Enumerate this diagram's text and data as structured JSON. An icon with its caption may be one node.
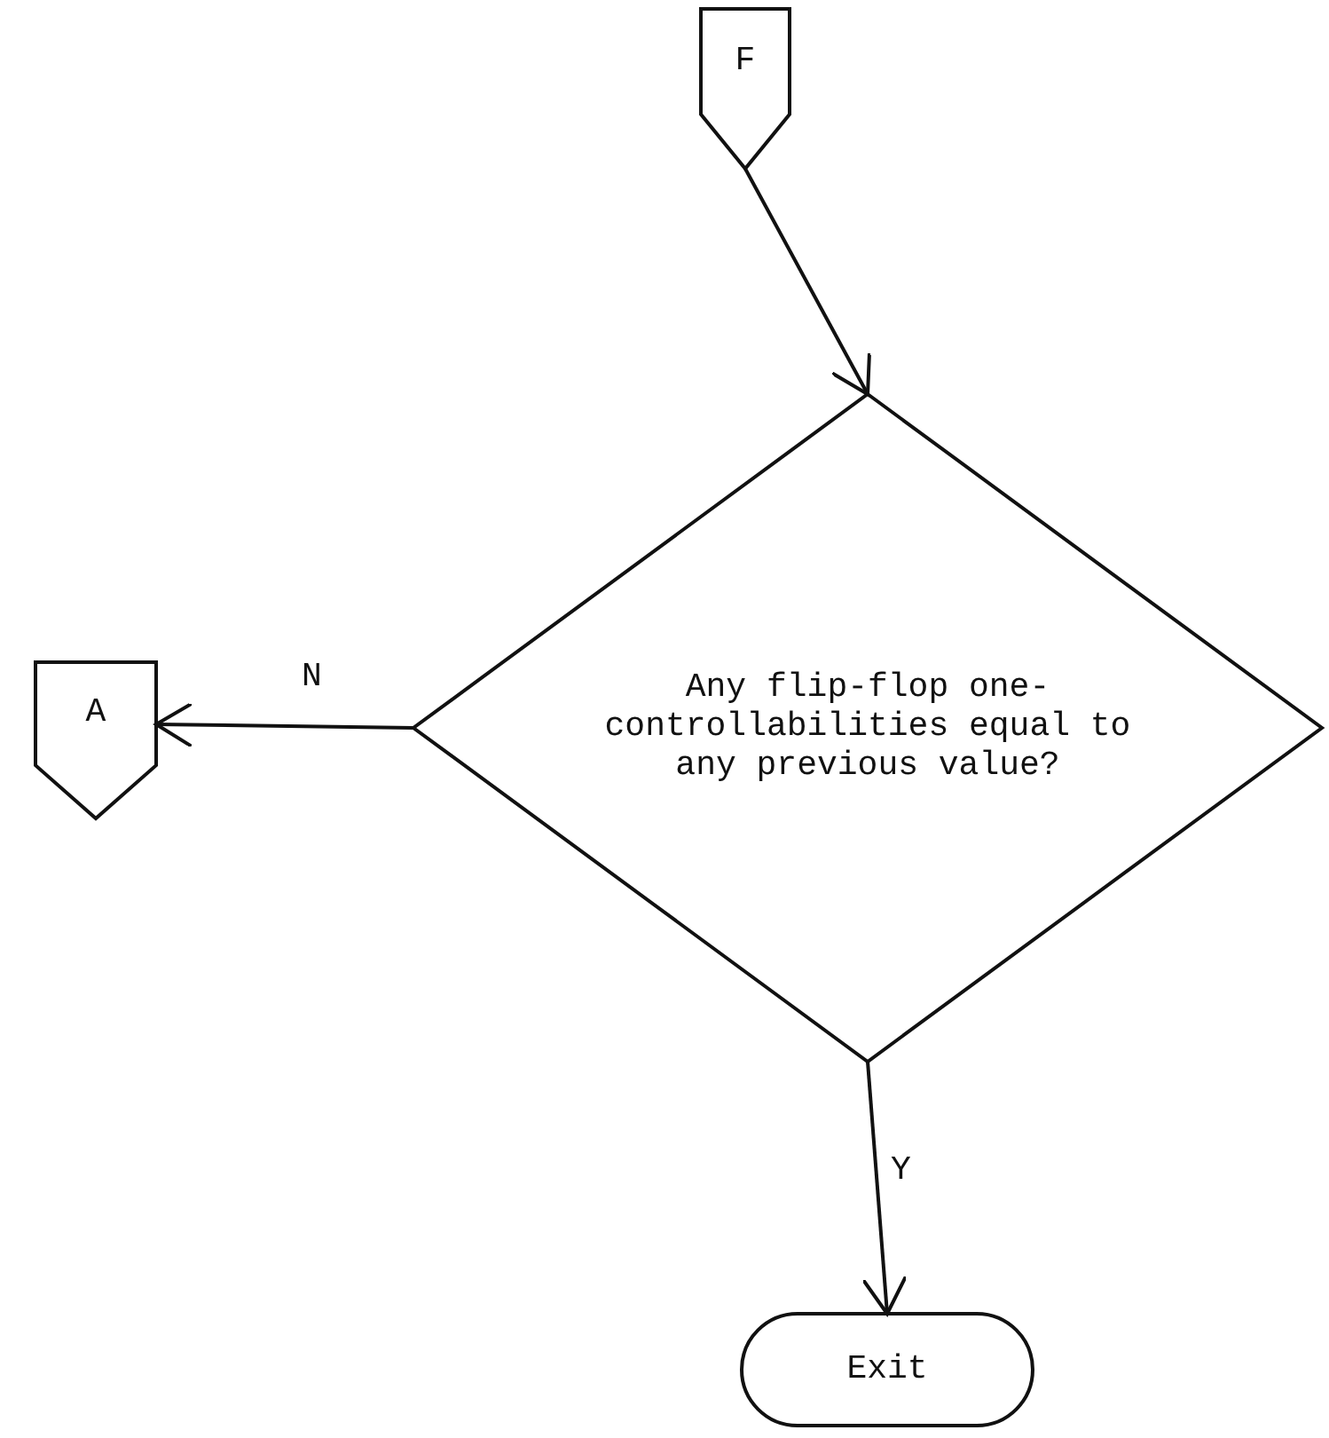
{
  "diagram": {
    "nodes": [
      {
        "text": [
          "F"
        ]
      },
      {
        "text": [
          "Any flip-flop one-controllabilities equal to any previous value?"
        ]
      },
      {
        "text": [
          "A"
        ]
      },
      {
        "text": [
          "Exit"
        ]
      }
    ],
    "edges": [
      {
        "from": 0,
        "to": 1,
        "arrow": "to"
      },
      {
        "from": 1,
        "to": 2,
        "arrow": "to",
        "label": "N"
      },
      {
        "from": 1,
        "to": 3,
        "arrow": "to",
        "label": "Y"
      }
    ]
  }
}
